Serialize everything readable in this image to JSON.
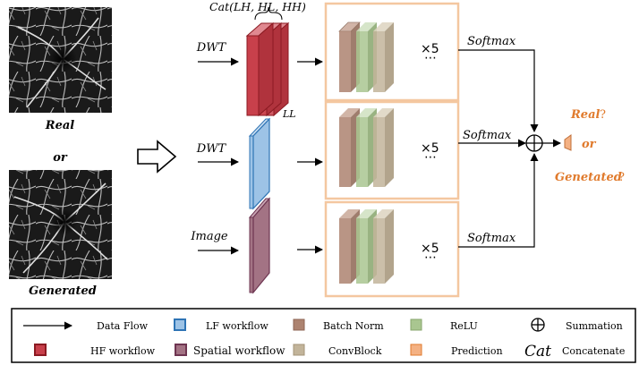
{
  "input": {
    "top_label": "Real",
    "middle_label": "or",
    "bottom_label": "Generated"
  },
  "branches": {
    "hf_label": "DWT",
    "lf_label": "DWT",
    "spatial_label": "Image",
    "cat_label": "Cat(LH, HL, HH)",
    "ll_label": "LL",
    "repeat_label": "×5",
    "dots": "⋯",
    "softmax_label": "Softmax"
  },
  "output": {
    "real_label": "Real",
    "or_label": "or",
    "generated_label": "Genetated",
    "question_mark": "?"
  },
  "legend": {
    "data_flow": "Data Flow",
    "lf_workflow": "LF workflow",
    "batch_norm": "Batch Norm",
    "relu": "ReLU",
    "summation": "Summation",
    "hf_workflow": "HF workflow",
    "spatial_workflow": "Spatial workflow",
    "conv_block": "ConvBlock",
    "prediction": "Prediction",
    "cat_symbol": "Cat",
    "concatenate": "Concatenate"
  },
  "colors": {
    "hf_fill": "#c8404b",
    "hf_stroke": "#8b1a22",
    "lf_fill": "#9dc3e6",
    "lf_stroke": "#2e74b5",
    "spatial_fill": "#a37384",
    "spatial_stroke": "#6e3551",
    "batch_norm": "#ad8370",
    "relu": "#a9c690",
    "conv_block": "#c2b49a",
    "prediction": "#f4b183",
    "box_stroke": "#f4c7a0",
    "accent_text": "#e07a2c"
  }
}
